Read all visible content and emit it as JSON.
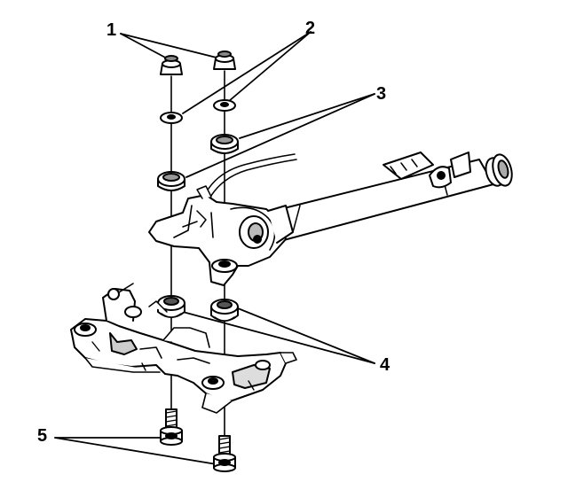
{
  "callouts": [
    {
      "number": "1"
    },
    {
      "number": "2"
    },
    {
      "number": "3"
    },
    {
      "number": "4"
    },
    {
      "number": "5"
    }
  ],
  "colors": {
    "line": "#000000",
    "background": "#ffffff",
    "fill": "#ffffff",
    "shade": "#b0b0b0"
  }
}
